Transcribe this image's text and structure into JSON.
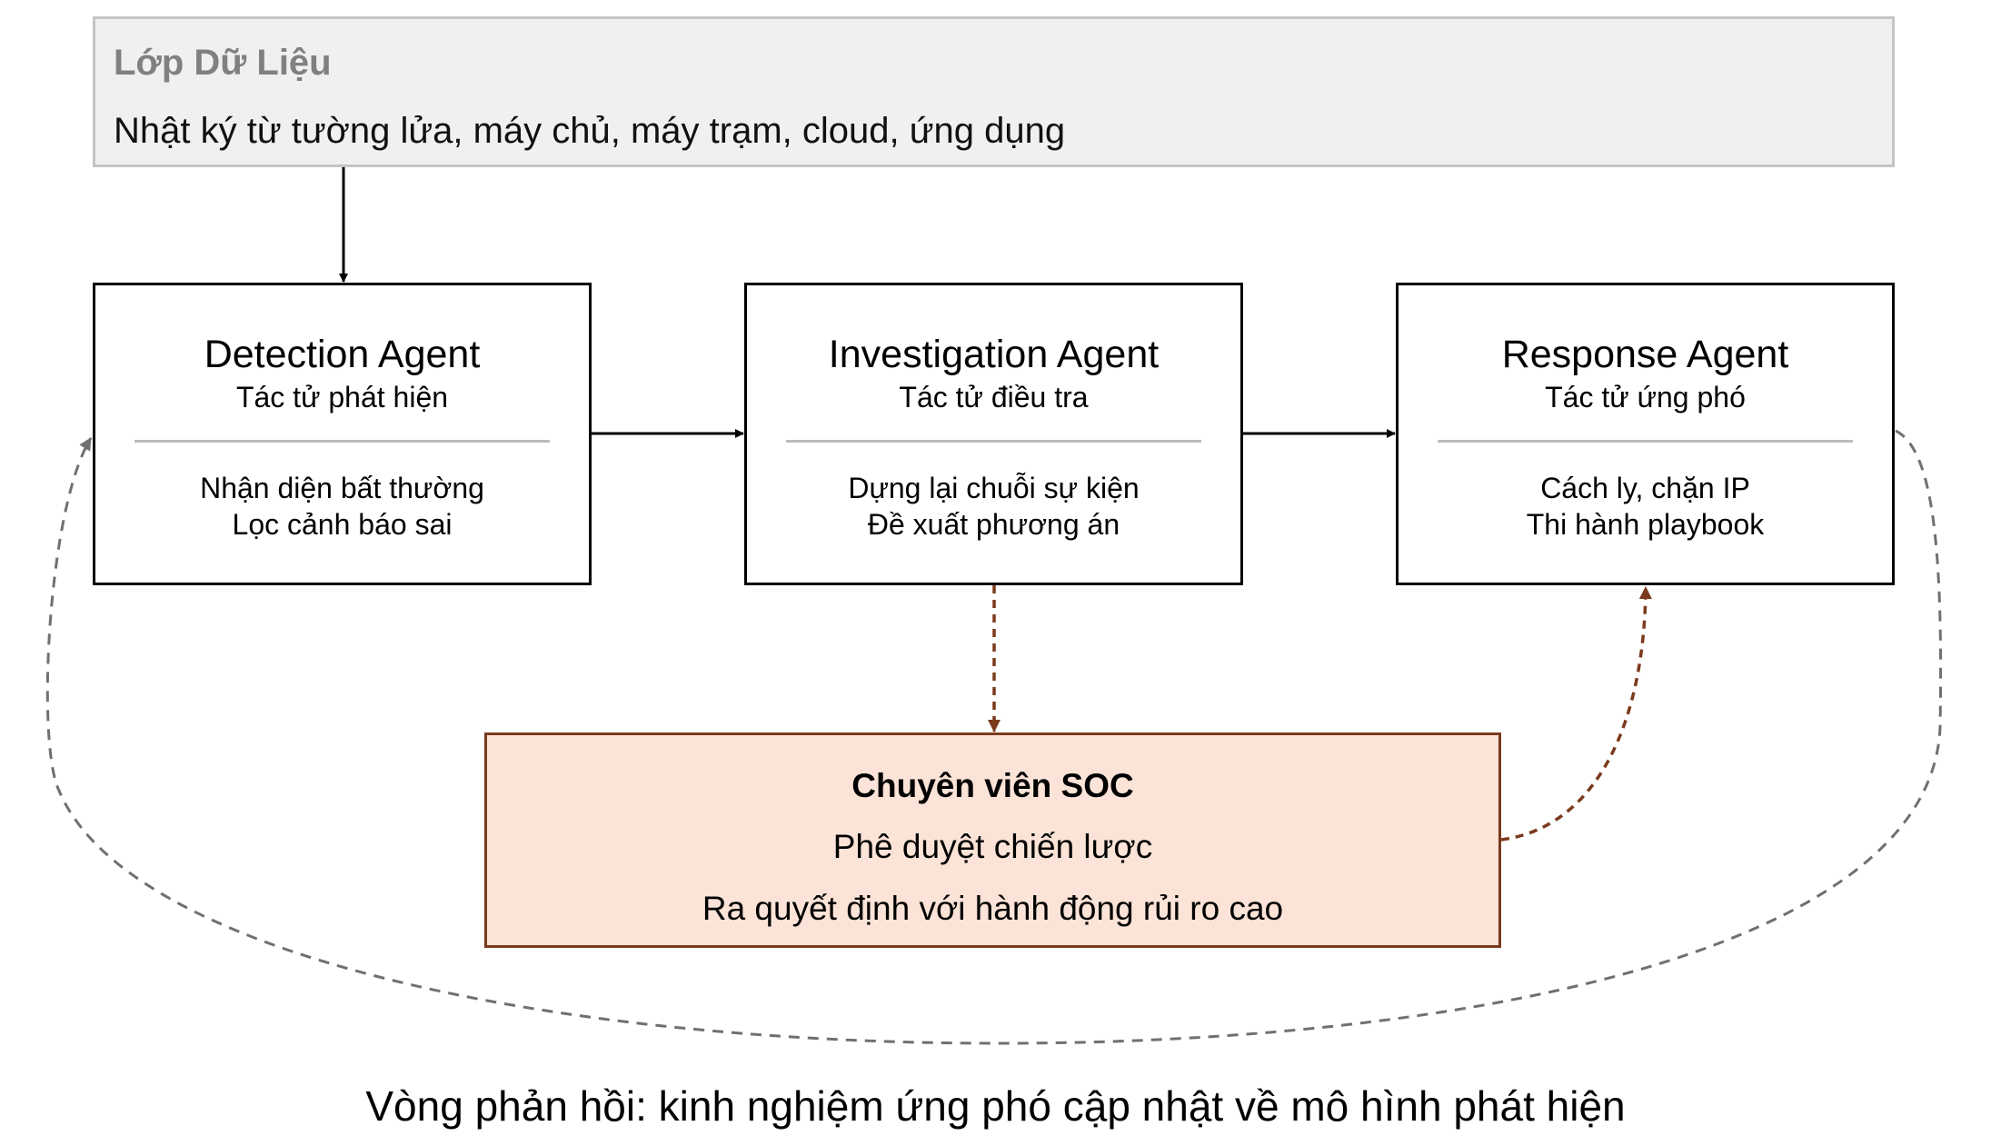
{
  "data_layer": {
    "title": "Lớp Dữ Liệu",
    "description": "Nhật ký từ tường lửa, máy chủ, máy trạm, cloud, ứng dụng"
  },
  "agents": [
    {
      "name": "Detection Agent",
      "subtitle": "Tác tử phát hiện",
      "lines": [
        "Nhận diện bất thường",
        "Lọc cảnh báo sai"
      ]
    },
    {
      "name": "Investigation Agent",
      "subtitle": "Tác tử điều tra",
      "lines": [
        "Dựng lại chuỗi sự kiện",
        "Đề xuất phương án"
      ]
    },
    {
      "name": "Response Agent",
      "subtitle": "Tác tử ứng phó",
      "lines": [
        "Cách ly, chặn IP",
        "Thi hành playbook"
      ]
    }
  ],
  "analyst": {
    "title": "Chuyên viên SOC",
    "lines": [
      "Phê duyệt chiến lược",
      "Ra quyết định với hành động rủi ro cao"
    ]
  },
  "caption": "Vòng phản hồi: kinh nghiệm ứng phó cập nhật về mô hình phát hiện",
  "colors": {
    "data_layer_fill": "#f0f0f0",
    "data_layer_border": "#c4c4c4",
    "data_layer_title": "#808080",
    "analyst_fill": "#fbe3d7",
    "analyst_border": "#7b3a1d",
    "escalation_arrow": "#7b3a1d",
    "feedback_loop": "#707070",
    "solid_arrow": "#000000"
  }
}
